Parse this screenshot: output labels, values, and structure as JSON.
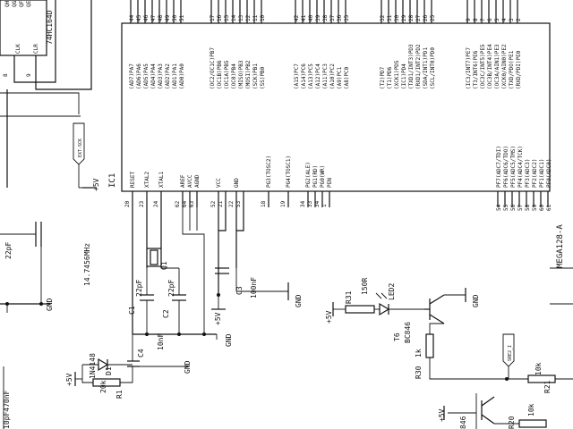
{
  "ic1": {
    "designator": "IC1",
    "part": "MEGA128-A",
    "left_pins": [
      {
        "num": "20",
        "name": "RESET"
      },
      {
        "num": "23",
        "name": "XTAL2"
      },
      {
        "num": "24",
        "name": "XTAL1"
      },
      {
        "num": "62",
        "name": "AREF"
      },
      {
        "num": "64",
        "name": "AVCC"
      },
      {
        "num": "63",
        "name": "AGND"
      },
      {
        "num": "52",
        "name": "VCC"
      },
      {
        "num": "21",
        "name": "VCC"
      },
      {
        "num": "22",
        "name": "GND"
      },
      {
        "num": "53",
        "name": "GND"
      },
      {
        "num": "18",
        "name": "PG3(TOSC2)"
      },
      {
        "num": "19",
        "name": "PG4(TOSC1)"
      },
      {
        "num": "34",
        "name": "PG2(ALE)"
      },
      {
        "num": "33",
        "name": "PG1(RD)"
      },
      {
        "num": "34",
        "name": "PG0(WR)"
      },
      {
        "num": "1",
        "name": "PEN"
      }
    ],
    "top_pins": [
      {
        "num": "44",
        "name": "(AD7)PA7"
      },
      {
        "num": "45",
        "name": "(AD6)PA6"
      },
      {
        "num": "46",
        "name": "(AD5)PA5"
      },
      {
        "num": "47",
        "name": "(AD4)PA4"
      },
      {
        "num": "48",
        "name": "(AD3)PA3"
      },
      {
        "num": "49",
        "name": "(AD2)PA2"
      },
      {
        "num": "50",
        "name": "(AD1)PA1"
      },
      {
        "num": "51",
        "name": "(AD0)PA0"
      },
      {
        "num": "17",
        "name": "(OC2/OC1C)PB7"
      },
      {
        "num": "16",
        "name": "(OC1B)PB6"
      },
      {
        "num": "15",
        "name": "(OC1A)PB5"
      },
      {
        "num": "14",
        "name": "(OC0)PB4"
      },
      {
        "num": "13",
        "name": "(MISO)PB3"
      },
      {
        "num": "12",
        "name": "(MOSI)PB2"
      },
      {
        "num": "11",
        "name": "(SCK)PB1"
      },
      {
        "num": "10",
        "name": "(SS)PB0"
      },
      {
        "num": "42",
        "name": "(A15)PC7"
      },
      {
        "num": "41",
        "name": "(A14)PC6"
      },
      {
        "num": "40",
        "name": "(A13)PC5"
      },
      {
        "num": "39",
        "name": "(A12)PC4"
      },
      {
        "num": "38",
        "name": "(A11)PC3"
      },
      {
        "num": "37",
        "name": "(A10)PC2"
      },
      {
        "num": "36",
        "name": "(A9)PC1"
      },
      {
        "num": "35",
        "name": "(A8)PC0"
      },
      {
        "num": "32",
        "name": "(T2)PD7"
      },
      {
        "num": "31",
        "name": "(T1)PD6"
      },
      {
        "num": "30",
        "name": "(XCK1)PD5"
      },
      {
        "num": "29",
        "name": "(IC1)PD4"
      },
      {
        "num": "28",
        "name": "(TXD1/INT3)PD3"
      },
      {
        "num": "27",
        "name": "(RXD1/INT2)PD2"
      },
      {
        "num": "26",
        "name": "(SDA/INT1)PD1"
      },
      {
        "num": "25",
        "name": "(SCL/INT0)PD0"
      },
      {
        "num": "9",
        "name": "(IC3/INT7)PE7"
      },
      {
        "num": "8",
        "name": "(T3/INT6)PE6"
      },
      {
        "num": "7",
        "name": "(OC3C/INT5)PE5"
      },
      {
        "num": "6",
        "name": "(OC3B/INT4)PE4"
      },
      {
        "num": "5",
        "name": "(OC3A/AIN1)PE3"
      },
      {
        "num": "4",
        "name": "(XCK0/AIN0)PE2"
      },
      {
        "num": "3",
        "name": "(TXD/PDO)PE1"
      },
      {
        "num": "2",
        "name": "(RXD/PDI)PE0"
      }
    ],
    "bottom_pins": [
      {
        "num": "54",
        "name": "PF7(ADC7/TDI)"
      },
      {
        "num": "55",
        "name": "PF6(ADC6/TDO)"
      },
      {
        "num": "56",
        "name": "PF5(ADC5/TMS)"
      },
      {
        "num": "57",
        "name": "PF4(ADC4/TCK)"
      },
      {
        "num": "58",
        "name": "PF3(ADC3)"
      },
      {
        "num": "59",
        "name": "PF2(ADC2)"
      },
      {
        "num": "60",
        "name": "PF1(ADC1)"
      },
      {
        "num": "61",
        "name": "PF0(ADC0)"
      }
    ]
  },
  "shift_register": {
    "part": "74HC164D",
    "pins": [
      "QH",
      "QG",
      "QF",
      "QE"
    ],
    "clk": "CLK",
    "clr": "CLR",
    "pin_clk": "8",
    "pin_clr": "9"
  },
  "net_labels": {
    "ext_sck": "EXT-SCK",
    "sre2_i": "SRE2_I"
  },
  "components": {
    "crystal": {
      "ref": "Q1",
      "value": "14.7456MHz"
    },
    "c1": {
      "ref": "C1",
      "value": "22pF"
    },
    "c2": {
      "ref": "C2",
      "value": "22pF"
    },
    "c3": {
      "ref": "C3",
      "value": "100nF"
    },
    "c4": {
      "ref": "C4",
      "value": "10nF"
    },
    "d1": {
      "ref": "D1",
      "value": "1N4148"
    },
    "r1": {
      "ref": "R1",
      "value": "20k"
    },
    "r31": {
      "ref": "R31",
      "value": "150R"
    },
    "led2": {
      "ref": "LED2"
    },
    "t6": {
      "ref": "T6",
      "value": "BC846"
    },
    "r30": {
      "ref": "R30",
      "value": "1k"
    },
    "r21": {
      "ref": "R21",
      "value": "10k"
    },
    "r20": {
      "ref": "R20",
      "value": "10k"
    },
    "cap_left_top": {
      "value": "22pF"
    },
    "cap_left_bottom": {
      "value": "10pF470nF"
    },
    "bc_partial": {
      "value": "846"
    }
  },
  "power": {
    "plus5v": "+5V",
    "gnd": "GND"
  }
}
